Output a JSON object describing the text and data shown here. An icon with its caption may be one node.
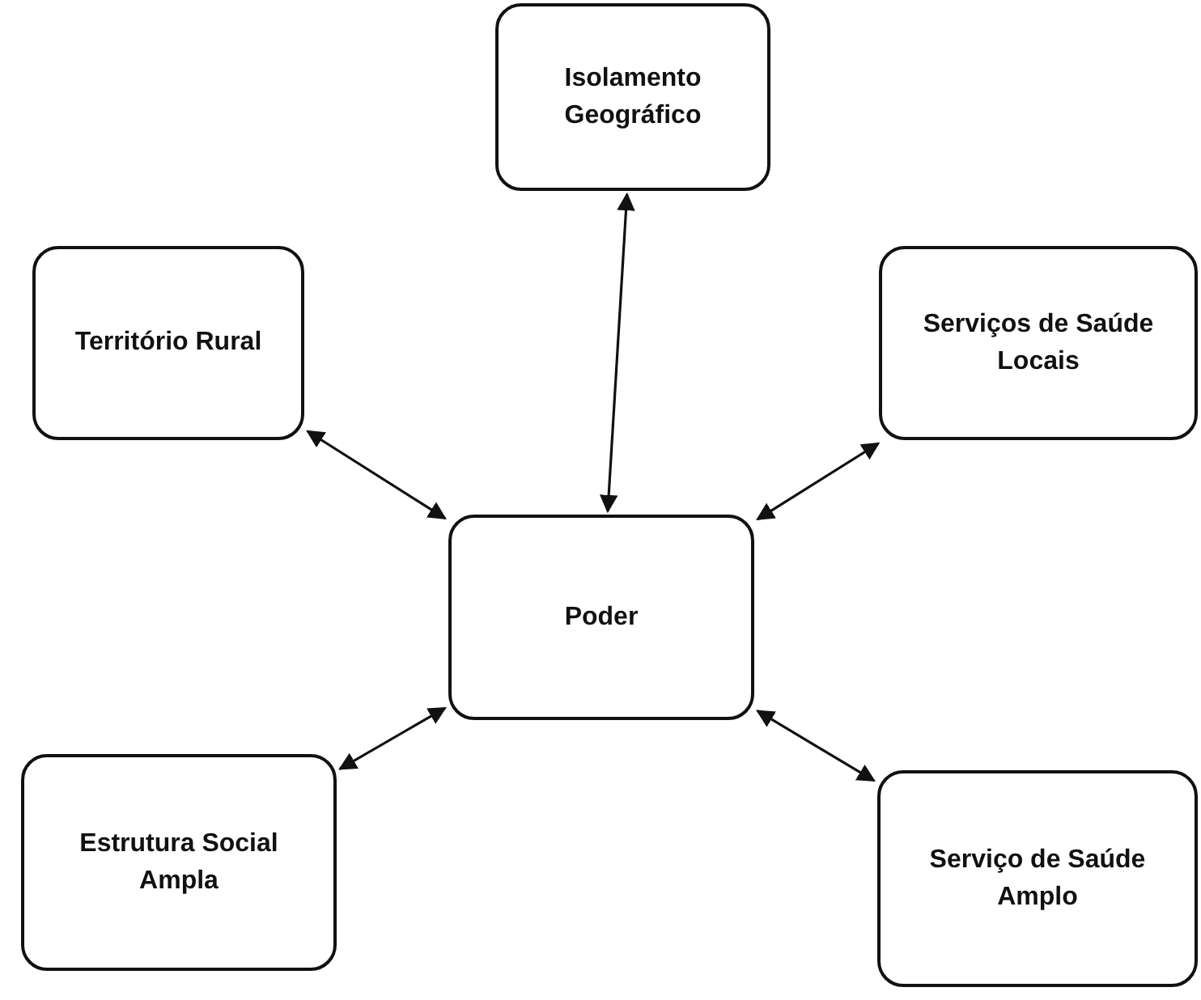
{
  "diagram": {
    "nodes": [
      {
        "text": [
          "Isolamento Geográfico"
        ]
      },
      {
        "text": [
          "Território Rural"
        ]
      },
      {
        "text": [
          "Serviços de Saúde Locais"
        ]
      },
      {
        "text": [
          "Poder"
        ]
      },
      {
        "text": [
          "Estrutura Social Ampla"
        ]
      },
      {
        "text": [
          "Serviço de Saúde Amplo"
        ]
      }
    ],
    "edges": [
      {
        "from": 3,
        "to": 0,
        "arrow": "both"
      },
      {
        "from": 3,
        "to": 1,
        "arrow": "both"
      },
      {
        "from": 3,
        "to": 2,
        "arrow": "both"
      },
      {
        "from": 3,
        "to": 4,
        "arrow": "both"
      },
      {
        "from": 3,
        "to": 5,
        "arrow": "both"
      }
    ]
  }
}
